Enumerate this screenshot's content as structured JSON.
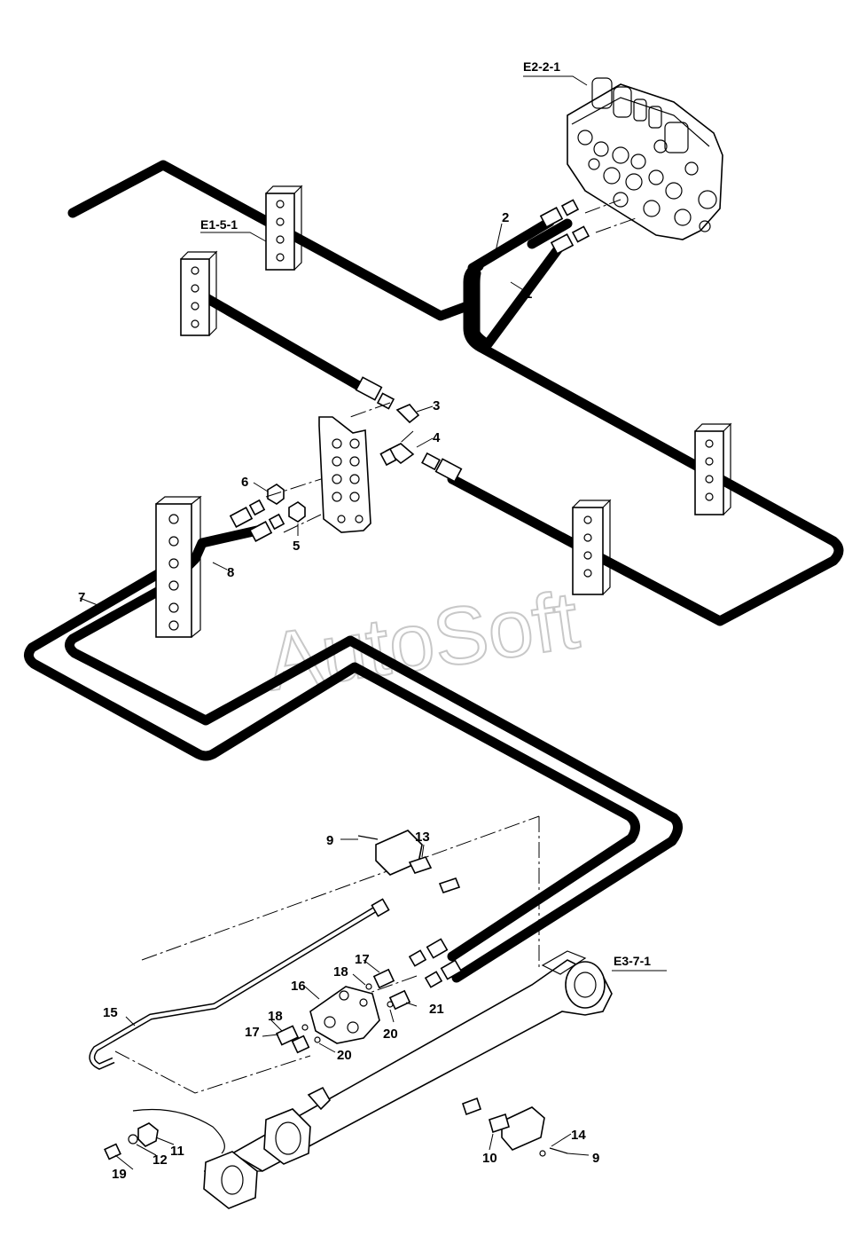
{
  "watermark": "AutoSoft",
  "references": {
    "valve": "E2-2-1",
    "clamp": "E1-5-1",
    "cylinder": "E3-7-1"
  },
  "callouts": {
    "c1": "1",
    "c2": "2",
    "c3": "3",
    "c4": "4",
    "c5": "5",
    "c6": "6",
    "c7": "7",
    "c8": "8",
    "c9a": "9",
    "c9b": "9",
    "c10": "10",
    "c11": "11",
    "c12": "12",
    "c13": "13",
    "c14": "14",
    "c15": "15",
    "c16": "16",
    "c17a": "17",
    "c17b": "17",
    "c18a": "18",
    "c18b": "18",
    "c19": "19",
    "c20a": "20",
    "c20b": "20",
    "c21": "21"
  }
}
